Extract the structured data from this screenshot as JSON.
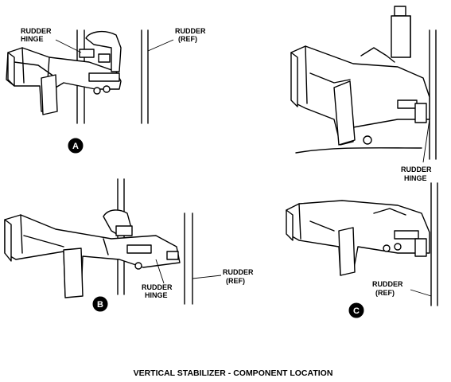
{
  "title": "VERTICAL STABILIZER - COMPONENT LOCATION",
  "views": [
    {
      "badge": "A",
      "callouts": [
        {
          "line1": "RUDDER",
          "line2": "HINGE"
        },
        {
          "line1": "RUDDER",
          "line2": "(REF)"
        }
      ]
    },
    {
      "badge": "B",
      "callouts": [
        {
          "line1": "RUDDER",
          "line2": "(REF)"
        },
        {
          "line1": "RUDDER",
          "line2": "HINGE"
        }
      ]
    },
    {
      "badge": "C",
      "callouts": [
        {
          "line1": "RUDDER",
          "line2": "HINGE"
        },
        {
          "line1": "RUDDER",
          "line2": "(REF)"
        }
      ]
    }
  ]
}
